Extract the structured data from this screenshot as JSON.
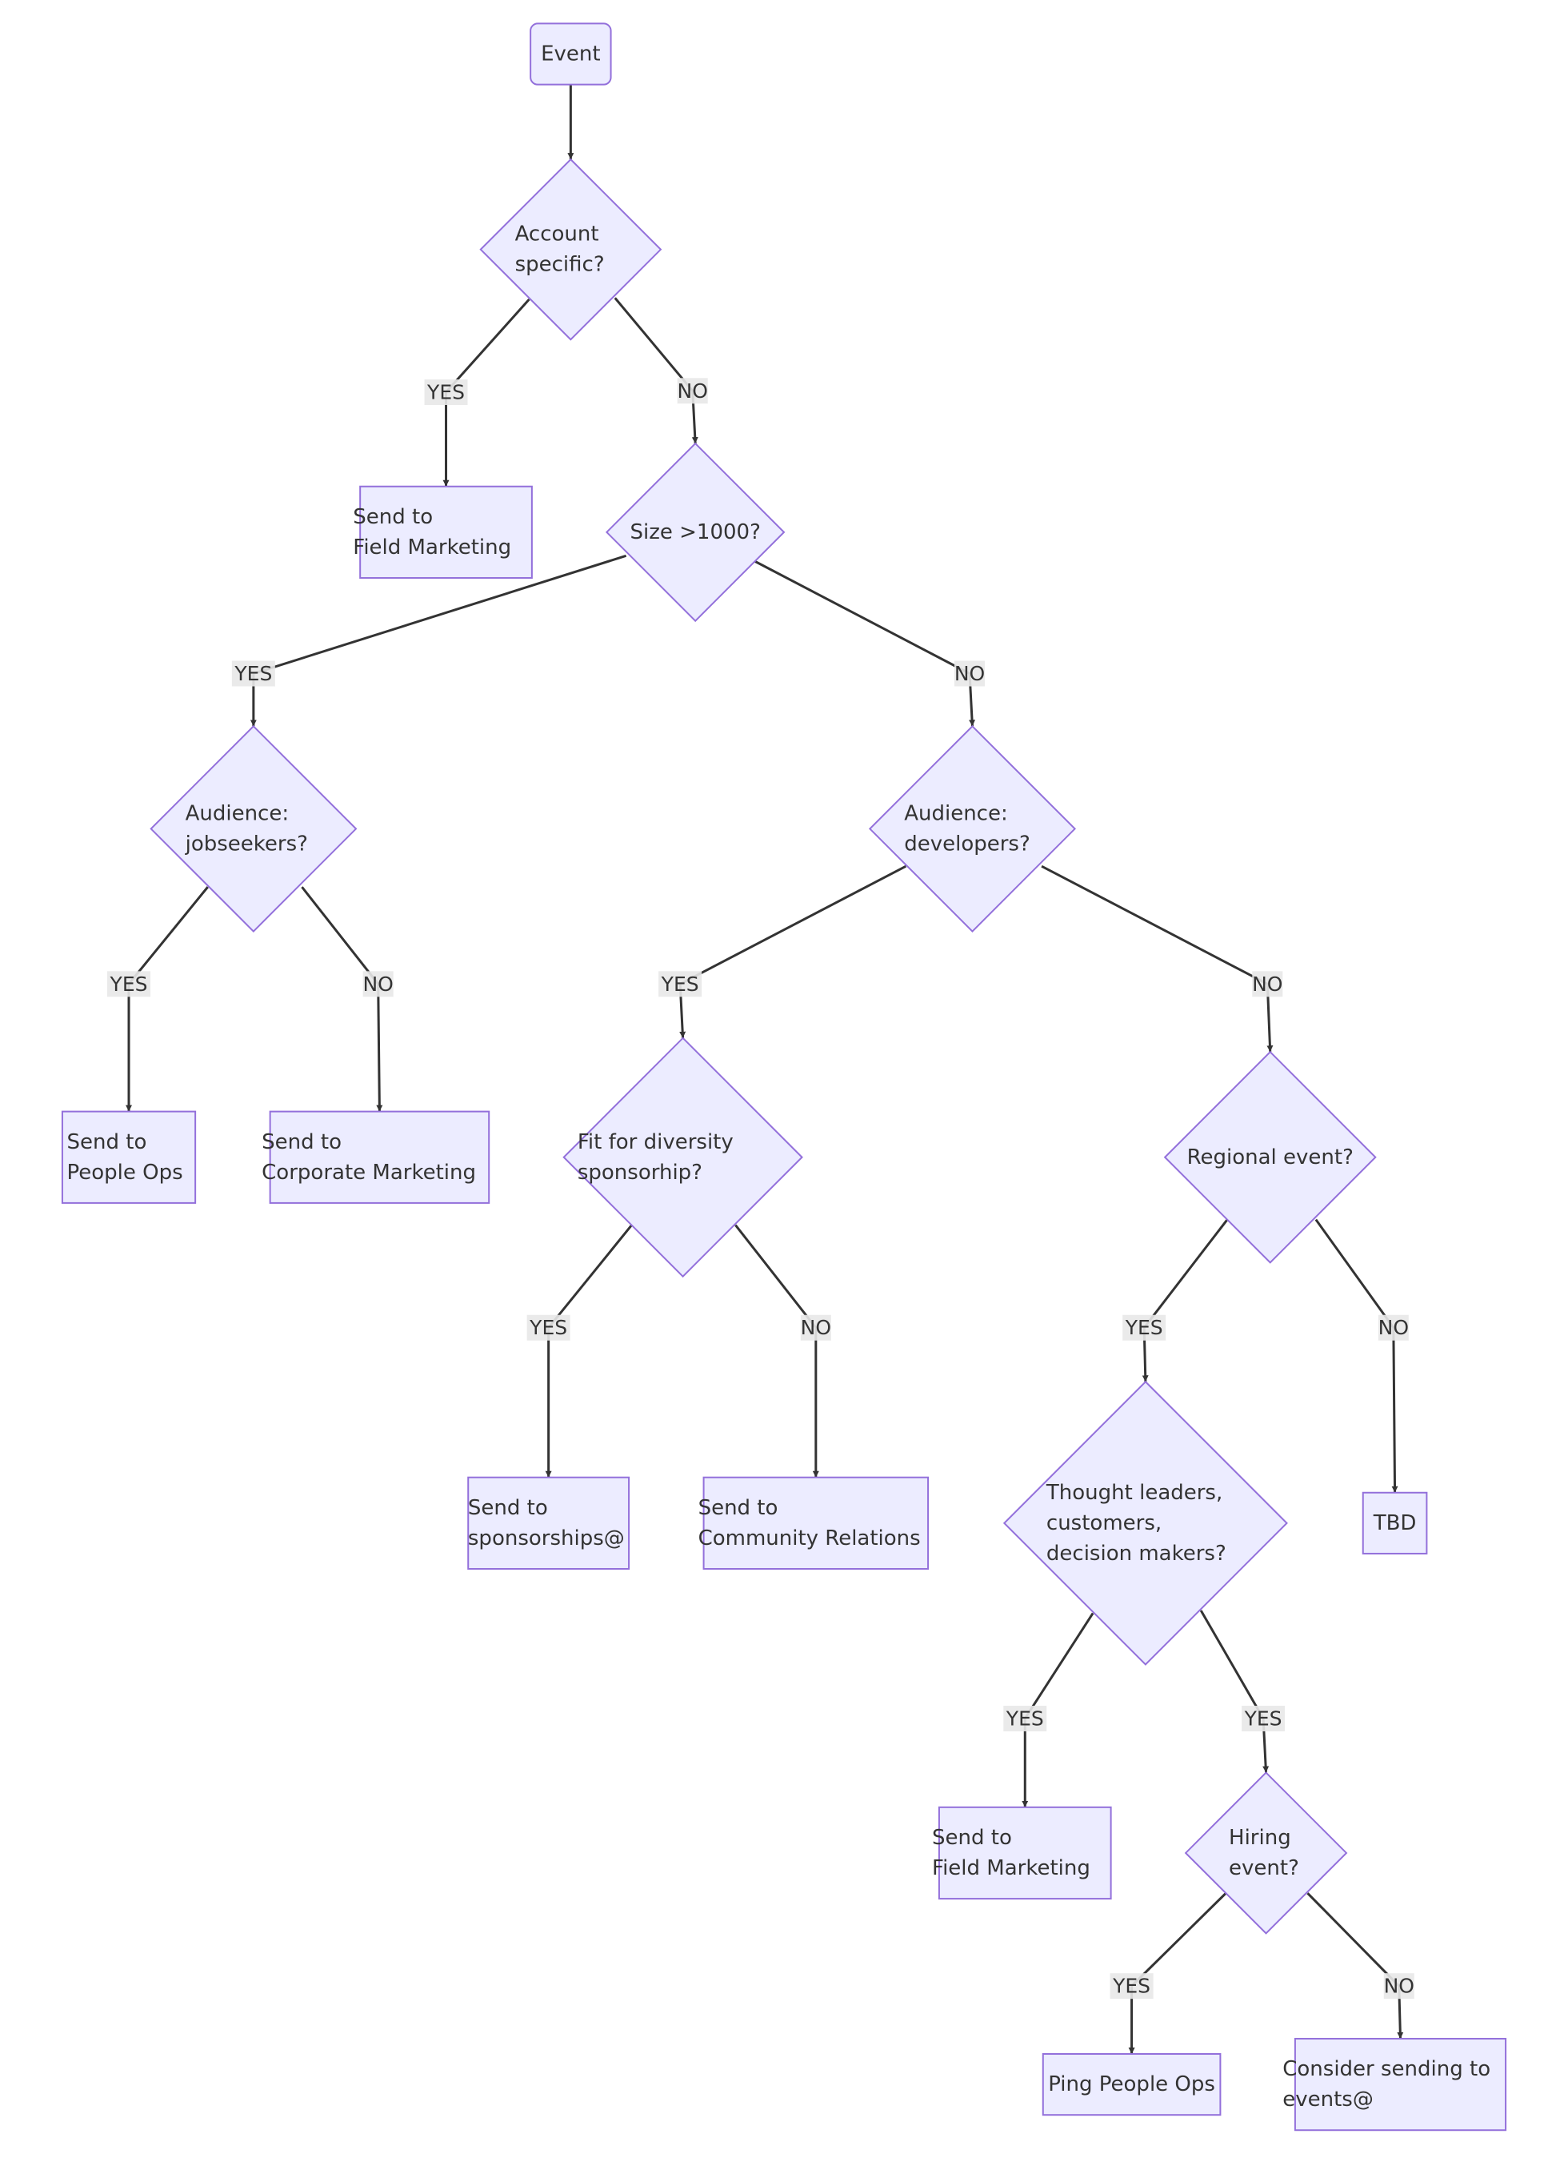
{
  "colors": {
    "node_fill": "#ECECFF",
    "node_stroke": "#9370DB",
    "edge": "#333333",
    "label_bg": "#e8e8e8",
    "text": "#333333"
  },
  "nodes": [
    {
      "id": "event",
      "shape": "rounded",
      "lines": [
        "Event"
      ]
    },
    {
      "id": "account_specific",
      "shape": "diamond",
      "lines": [
        "Account",
        "specific?"
      ]
    },
    {
      "id": "field_marketing_1",
      "shape": "rect",
      "lines": [
        "Send to",
        "Field Marketing"
      ]
    },
    {
      "id": "size_1000",
      "shape": "diamond",
      "lines": [
        "Size >1000?"
      ]
    },
    {
      "id": "audience_jobseekers",
      "shape": "diamond",
      "lines": [
        "Audience:",
        "jobseekers?"
      ]
    },
    {
      "id": "audience_developers",
      "shape": "diamond",
      "lines": [
        "Audience:",
        "developers?"
      ]
    },
    {
      "id": "people_ops",
      "shape": "rect",
      "lines": [
        "Send to",
        "People Ops"
      ]
    },
    {
      "id": "corporate_marketing",
      "shape": "rect",
      "lines": [
        "Send to",
        "Corporate Marketing"
      ]
    },
    {
      "id": "diversity_sponsorship",
      "shape": "diamond",
      "lines": [
        "Fit for diversity",
        "sponsorhip?"
      ]
    },
    {
      "id": "regional_event",
      "shape": "diamond",
      "lines": [
        "Regional event?"
      ]
    },
    {
      "id": "sponsorships",
      "shape": "rect",
      "lines": [
        "Send to",
        "sponsorships@"
      ]
    },
    {
      "id": "community_relations",
      "shape": "rect",
      "lines": [
        "Send to",
        "Community Relations"
      ]
    },
    {
      "id": "thought_leaders",
      "shape": "diamond",
      "lines": [
        "Thought leaders,",
        "customers,",
        "decision makers?"
      ]
    },
    {
      "id": "tbd",
      "shape": "rect",
      "lines": [
        "TBD"
      ]
    },
    {
      "id": "field_marketing_2",
      "shape": "rect",
      "lines": [
        "Send to",
        "Field Marketing"
      ]
    },
    {
      "id": "hiring_event",
      "shape": "diamond",
      "lines": [
        "Hiring",
        "event?"
      ]
    },
    {
      "id": "ping_people_ops",
      "shape": "rect",
      "lines": [
        "Ping People Ops"
      ]
    },
    {
      "id": "consider_events",
      "shape": "rect",
      "lines": [
        "Consider sending to",
        "events@"
      ]
    }
  ],
  "edges": [
    {
      "from": "event",
      "to": "account_specific",
      "label": ""
    },
    {
      "from": "account_specific",
      "to": "field_marketing_1",
      "label": "YES"
    },
    {
      "from": "account_specific",
      "to": "size_1000",
      "label": "NO"
    },
    {
      "from": "size_1000",
      "to": "audience_jobseekers",
      "label": "YES"
    },
    {
      "from": "size_1000",
      "to": "audience_developers",
      "label": "NO"
    },
    {
      "from": "audience_jobseekers",
      "to": "people_ops",
      "label": "YES"
    },
    {
      "from": "audience_jobseekers",
      "to": "corporate_marketing",
      "label": "NO"
    },
    {
      "from": "audience_developers",
      "to": "diversity_sponsorship",
      "label": "YES"
    },
    {
      "from": "audience_developers",
      "to": "regional_event",
      "label": "NO"
    },
    {
      "from": "diversity_sponsorship",
      "to": "sponsorships",
      "label": "YES"
    },
    {
      "from": "diversity_sponsorship",
      "to": "community_relations",
      "label": "NO"
    },
    {
      "from": "regional_event",
      "to": "thought_leaders",
      "label": "YES"
    },
    {
      "from": "regional_event",
      "to": "tbd",
      "label": "NO"
    },
    {
      "from": "thought_leaders",
      "to": "field_marketing_2",
      "label": "YES"
    },
    {
      "from": "thought_leaders",
      "to": "hiring_event",
      "label": "YES"
    },
    {
      "from": "hiring_event",
      "to": "ping_people_ops",
      "label": "YES"
    },
    {
      "from": "hiring_event",
      "to": "consider_events",
      "label": "NO"
    }
  ]
}
